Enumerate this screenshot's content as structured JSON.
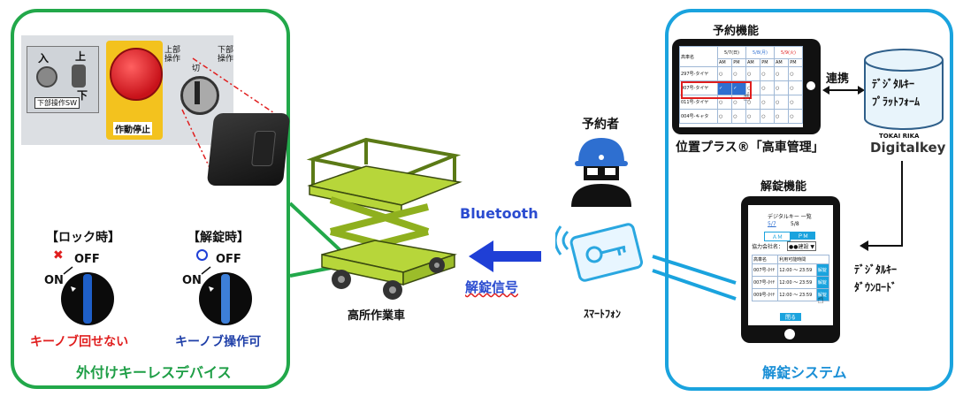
{
  "left_panel": {
    "caption": "外付けキーレスデバイス",
    "switch_labels": {
      "sw_in": "入",
      "sw_up": "上",
      "sw_down": "下",
      "sw_name": "下部操作SW",
      "stop": "作動停止",
      "top_op": "上部\n操作",
      "off_pos": "切",
      "bottom_op": "下部\n操作"
    },
    "lock": {
      "heading": "【ロック時】",
      "off": "OFF",
      "on": "ON",
      "status": "キーノブ回せない"
    },
    "unlock": {
      "heading": "【解錠時】",
      "off": "OFF",
      "on": "ON",
      "status": "キーノブ操作可"
    }
  },
  "center": {
    "vehicle_label": "高所作業車",
    "bluetooth": "Bluetooth",
    "signal": "解錠信号",
    "person_label": "予約者",
    "phone_label": "ｽﾏｰﾄﾌｫﾝ"
  },
  "right_panel": {
    "caption": "解錠システム",
    "reservation": {
      "title": "予約機能",
      "system_name": "位置プラス®「高車管理」",
      "table": {
        "header": "高車名",
        "dates": [
          "5/7(日)",
          "5/8(月)",
          "5/9(火)"
        ],
        "ampm": [
          "AM",
          "PM"
        ],
        "rows": [
          "297号-タイヤ",
          "007号-タイヤ",
          "011号-タイヤ",
          "004号-キャタ"
        ]
      }
    },
    "link_label": "連携",
    "platform": {
      "line1": "ﾃﾞｼﾞﾀﾙｷｰ",
      "line2": "ﾌﾟﾗｯﾄﾌｫｰﾑ"
    },
    "brand": {
      "small": "TOKAI RIKA",
      "name": "Digitalkey"
    },
    "unlock": {
      "title": "解錠機能",
      "screen_title": "デジタルキー 一覧",
      "dates": [
        "5/7",
        "5/8"
      ],
      "am": "ＡＭ",
      "pm": "ＰＭ",
      "company_label": "協力会社名：",
      "company_value": "●●建設 ▼",
      "table_headers": [
        "高車名",
        "利用可能時間"
      ],
      "rows": [
        {
          "name": "007号-ﾀｲﾔ",
          "time": "12:00 ～ 23:59",
          "btn": "解錠"
        },
        {
          "name": "007号-ﾀｲﾔ",
          "time": "12:00 ～ 23:59",
          "btn": "解錠"
        },
        {
          "name": "009号-ﾀｲﾔ",
          "time": "12:00 ～ 23:59",
          "btn": "解錠"
        }
      ],
      "close": "閉る"
    },
    "download": {
      "line1": "ﾃﾞｼﾞﾀﾙｷｰ",
      "line2": "ﾀﾞｳﾝﾛｰﾄﾞ"
    }
  },
  "colors": {
    "green": "#22a84a",
    "blue": "#1aa3de",
    "arrow": "#1f3fd6",
    "lime": "#b7d63a",
    "red": "#e01e1e"
  },
  "icons": [
    "x-mark-icon",
    "circle-icon",
    "key-icon",
    "person-icon",
    "hand-cursor-icon",
    "checkmark-icon",
    "database-icon"
  ]
}
